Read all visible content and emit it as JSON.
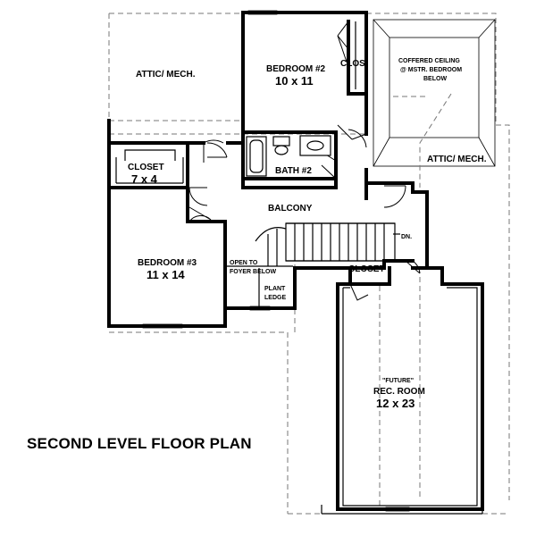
{
  "title": "SECOND LEVEL FLOOR PLAN",
  "rooms": {
    "attic_left": {
      "name": "ATTIC/ MECH."
    },
    "bedroom2": {
      "name": "BEDROOM #2",
      "size": "10 x 11"
    },
    "clos": {
      "name": "CLOS."
    },
    "coffered": {
      "line1": "COFFERED CEILING",
      "line2": "@ MSTR. BEDROOM",
      "line3": "BELOW"
    },
    "closet_left": {
      "name": "CLOSET",
      "size": "7 x 4"
    },
    "bath2": {
      "name": "BATH #2"
    },
    "attic_right": {
      "name": "ATTIC/ MECH."
    },
    "balcony": {
      "name": "BALCONY"
    },
    "bedroom3": {
      "name": "BEDROOM #3",
      "size": "11 x 14"
    },
    "open_foyer": {
      "line1": "OPEN TO",
      "line2": "FOYER BELOW"
    },
    "plant_ledge": {
      "line1": "PLANT",
      "line2": "LEDGE"
    },
    "stair": {
      "label": "DN."
    },
    "closet_right": {
      "name": "CLOSET"
    },
    "rec_room": {
      "line1": "\"FUTURE\"",
      "line2": "REC. ROOM",
      "size": "12 x 23"
    }
  }
}
